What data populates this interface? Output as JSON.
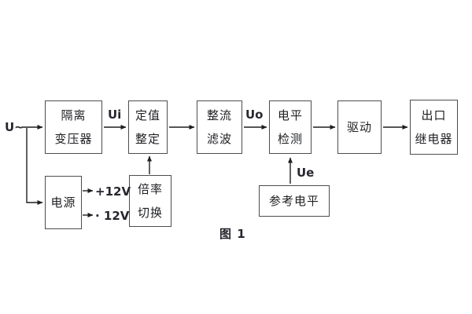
{
  "figure": {
    "caption": "图 1"
  },
  "signal_labels": {
    "input": "U~",
    "ui": "Ui",
    "uo": "Uo",
    "ue": "Ue",
    "rail_positive": "+12V",
    "rail_negative": "· 12V"
  },
  "blocks": {
    "isolation_transformer": {
      "line1": "隔离",
      "line2": "变压器"
    },
    "value_setting": {
      "line1": "定值",
      "line2": "整定"
    },
    "rectifier_filter": {
      "line1": "整流",
      "line2": "滤波"
    },
    "level_detection": {
      "line1": "电平",
      "line2": "检测"
    },
    "driver": {
      "label": "驱动"
    },
    "output_relay": {
      "line1": "出口",
      "line2": "继电器"
    },
    "power_supply": {
      "label": "电源"
    },
    "ratio_switching": {
      "line1": "倍率",
      "line2": "切换"
    },
    "reference_level": {
      "label": "参考电平"
    }
  },
  "colors": {
    "background": "#ffffff",
    "box_border": "#4d4d4d",
    "wire": "#1f1f1f",
    "text": "#202124"
  }
}
